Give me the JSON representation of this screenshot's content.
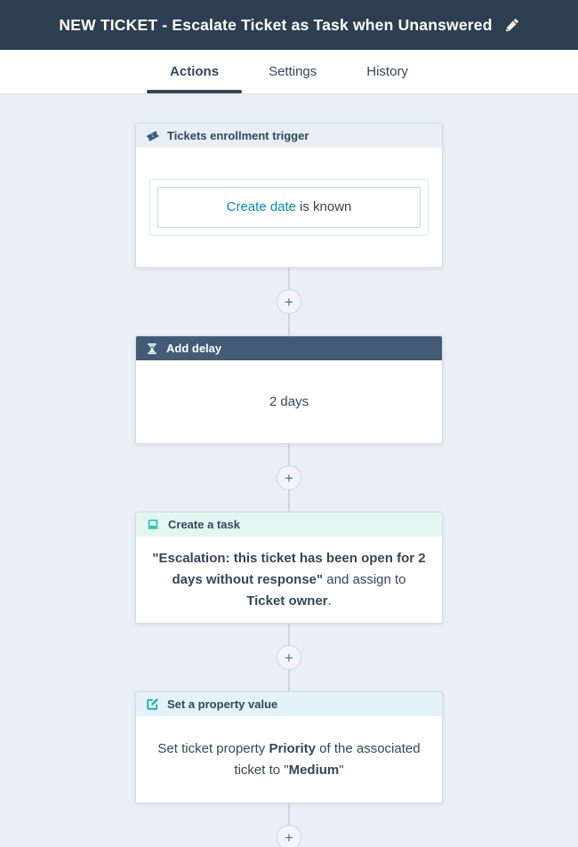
{
  "header": {
    "title": "NEW TICKET - Escalate Ticket as Task when Unanswered",
    "edit_icon": "pencil-icon"
  },
  "tabs": [
    {
      "label": "Actions",
      "active": true
    },
    {
      "label": "Settings",
      "active": false
    },
    {
      "label": "History",
      "active": false
    }
  ],
  "colors": {
    "header_bg": "#2d3e50",
    "canvas_bg": "#eaf0f6",
    "delay_header_bg": "#425b76",
    "trigger_header_bg": "#e8eef5",
    "task_header_bg": "#e3f6f2",
    "property_header_bg": "#e4f2f9",
    "text_dark": "#33475b",
    "link_teal": "#0091ae",
    "task_icon_teal": "#00bda5",
    "edit_icon_blue": "#00a4bd",
    "connector": "#cbd6e2"
  },
  "workflow": {
    "plus_label": "+",
    "trigger": {
      "icon": "ticket-icon",
      "title": "Tickets enrollment trigger",
      "filter": {
        "property": "Create date",
        "condition": "is known"
      }
    },
    "delay": {
      "icon": "hourglass-icon",
      "title": "Add delay",
      "body": "2 days"
    },
    "task": {
      "icon": "laptop-task-icon",
      "title": "Create a task",
      "segments": [
        {
          "text": "\"Escalation: this ticket has been open for 2 days without response\"",
          "bold": true
        },
        {
          "text": " and assign to ",
          "bold": false
        },
        {
          "text": "Ticket owner",
          "bold": true
        },
        {
          "text": ".",
          "bold": false
        }
      ]
    },
    "property": {
      "icon": "edit-square-icon",
      "title": "Set a property value",
      "segments": [
        {
          "text": "Set ticket property ",
          "bold": false
        },
        {
          "text": "Priority",
          "bold": true
        },
        {
          "text": " of the associated ticket to \"",
          "bold": false
        },
        {
          "text": "Medium",
          "bold": true
        },
        {
          "text": "\"",
          "bold": false
        }
      ]
    }
  }
}
